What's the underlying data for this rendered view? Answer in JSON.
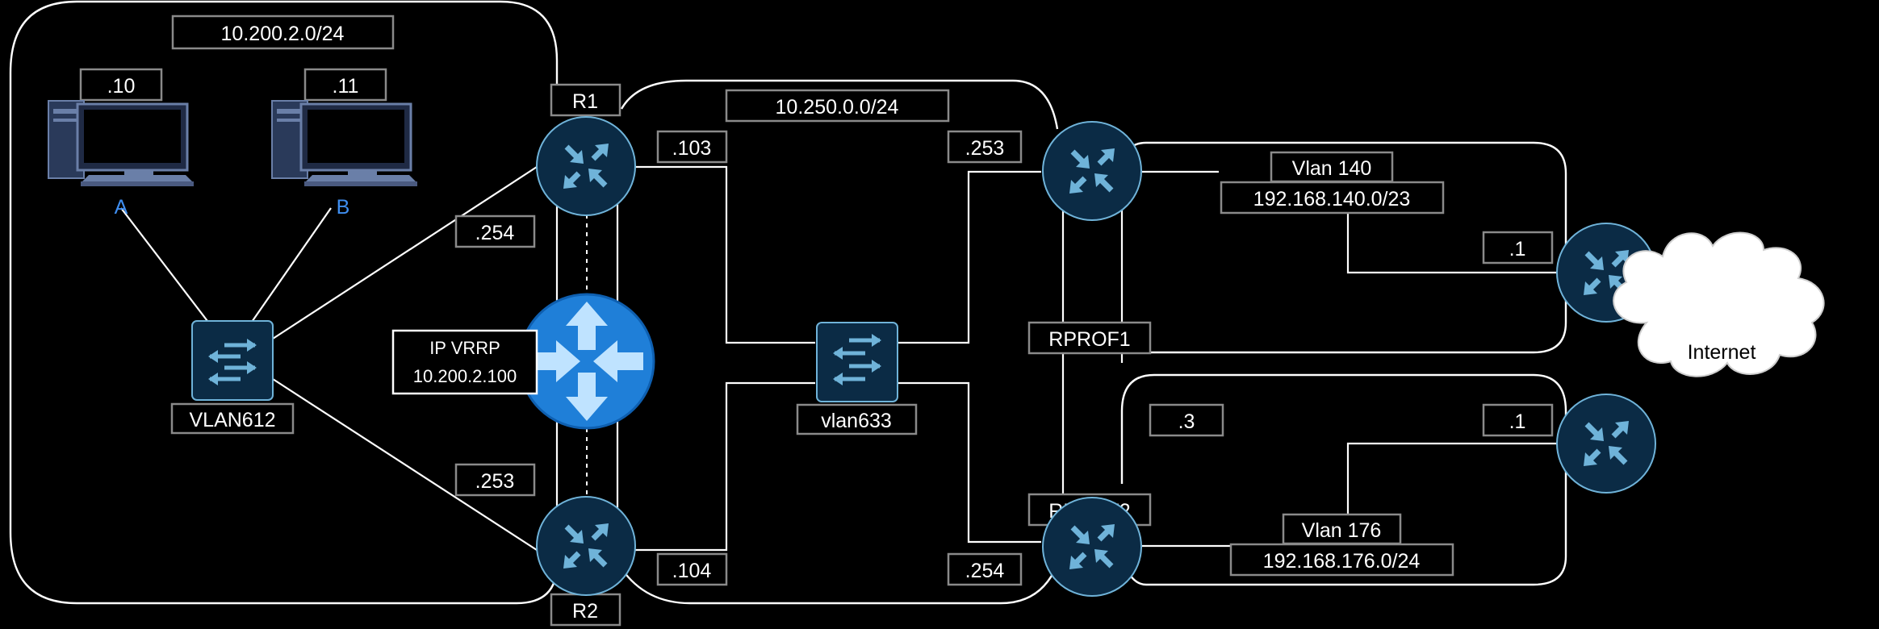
{
  "subnets": {
    "lan": "10.200.2.0/24",
    "transit": "10.250.0.0/24",
    "vlan140_net": "192.168.140.0/23",
    "vlan176_net": "192.168.176.0/24"
  },
  "hosts": {
    "a": {
      "ip": ".10",
      "name": "A"
    },
    "b": {
      "ip": ".11",
      "name": "B"
    }
  },
  "switches": {
    "lan": "VLAN612",
    "transit": "vlan633"
  },
  "routers": {
    "r1": {
      "name": "R1",
      "lan_ip": ".254",
      "transit_ip": ".103"
    },
    "r2": {
      "name": "R2",
      "lan_ip": ".253",
      "transit_ip": ".104"
    },
    "rprof1": {
      "name": "RPROF1",
      "transit_ip": ".253"
    },
    "rprof2": {
      "name": "RPROF2",
      "transit_ip": ".254",
      "ip": ".3"
    },
    "edge1": {
      "ip": ".1"
    },
    "edge2": {
      "ip": ".1"
    }
  },
  "vrrp": {
    "title": "IP VRRP",
    "address": "10.200.2.100"
  },
  "vlans": {
    "v140": "Vlan 140",
    "v176": "Vlan 176"
  },
  "internet": "Internet",
  "colors": {
    "background": "#000000",
    "router_icon": "#0b2b45",
    "router_arrows": "#6fb3d9",
    "vrrp_icon": "#1f7fd8",
    "host_label": "#3f8ef0",
    "label_border": "#8a8a8a"
  },
  "icons": [
    "computer-icon",
    "router-icon",
    "switch-icon",
    "vrrp-router-icon",
    "cloud-icon"
  ]
}
